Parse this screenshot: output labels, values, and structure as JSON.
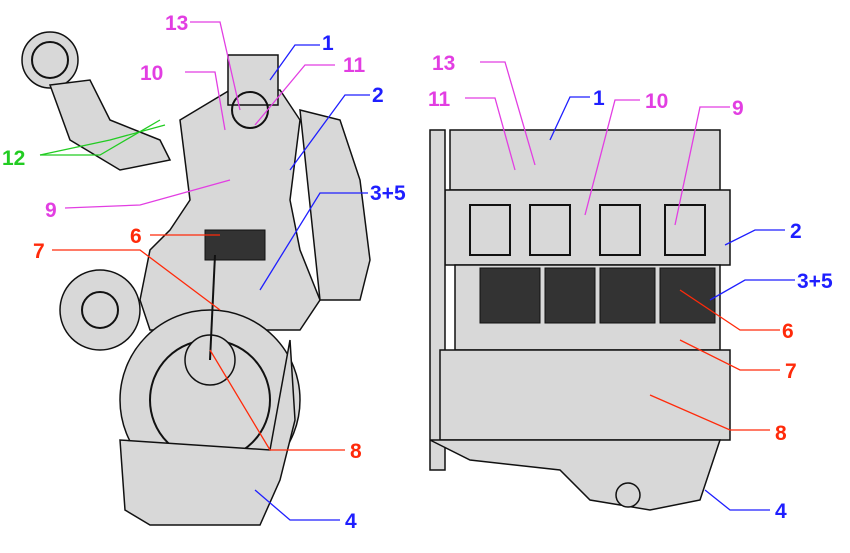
{
  "colors": {
    "magenta": "#e23ee2",
    "blue": "#1f1fff",
    "red": "#ff2a0a",
    "green": "#22cc22"
  },
  "left_view": {
    "labels": [
      {
        "id": "13",
        "text": "13",
        "color": "magenta"
      },
      {
        "id": "1",
        "text": "1",
        "color": "blue"
      },
      {
        "id": "10",
        "text": "10",
        "color": "magenta"
      },
      {
        "id": "11",
        "text": "11",
        "color": "magenta"
      },
      {
        "id": "2",
        "text": "2",
        "color": "blue"
      },
      {
        "id": "12",
        "text": "12",
        "color": "green"
      },
      {
        "id": "3+5",
        "text": "3+5",
        "color": "blue"
      },
      {
        "id": "9",
        "text": "9",
        "color": "magenta"
      },
      {
        "id": "6",
        "text": "6",
        "color": "red"
      },
      {
        "id": "7",
        "text": "7",
        "color": "red"
      },
      {
        "id": "8",
        "text": "8",
        "color": "red"
      },
      {
        "id": "4",
        "text": "4",
        "color": "blue"
      }
    ]
  },
  "right_view": {
    "labels": [
      {
        "id": "13",
        "text": "13",
        "color": "magenta"
      },
      {
        "id": "11",
        "text": "11",
        "color": "magenta"
      },
      {
        "id": "1",
        "text": "1",
        "color": "blue"
      },
      {
        "id": "10",
        "text": "10",
        "color": "magenta"
      },
      {
        "id": "9",
        "text": "9",
        "color": "magenta"
      },
      {
        "id": "2",
        "text": "2",
        "color": "blue"
      },
      {
        "id": "3+5",
        "text": "3+5",
        "color": "blue"
      },
      {
        "id": "6",
        "text": "6",
        "color": "red"
      },
      {
        "id": "7",
        "text": "7",
        "color": "red"
      },
      {
        "id": "8",
        "text": "8",
        "color": "red"
      },
      {
        "id": "4",
        "text": "4",
        "color": "blue"
      }
    ]
  }
}
